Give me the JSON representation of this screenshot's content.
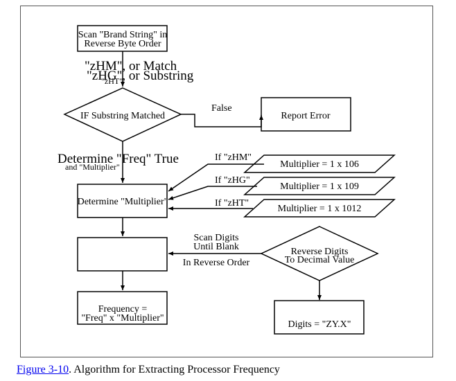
{
  "diagram": {
    "boxes": {
      "scan_line1": "Scan \"Brand String\" in",
      "scan_line2": "Reverse Byte Order",
      "report_error": "Report Error",
      "determine_multiplier": "Determine \"Multiplier\"",
      "frequency_line1": "Frequency =",
      "frequency_line2": "\"Freq\" x \"Multiplier\"",
      "digits": "Digits = \"ZY.X\""
    },
    "decisions": {
      "substring_matched": "IF Substring Matched",
      "reverse_line1": "Reverse Digits",
      "reverse_line2": "To Decimal Value"
    },
    "multipliers": [
      "Multiplier = 1 x 106",
      "Multiplier = 1 x 109",
      "Multiplier = 1 x 1012"
    ],
    "labels": {
      "match_line1": "\"zHM\", or Match",
      "match_line2": "\"zHG\", or Substring",
      "match_line3": "\"zHT\"",
      "false_label": "False",
      "determine_true_line1": "Determine \"Freq\" True",
      "determine_true_line2": "and \"Multiplier\"",
      "if_zhm": "If \"zHM\"",
      "if_zhg": "If \"zHG\"",
      "if_zht": "If \"zHT\"",
      "scan_digits_line1": "Scan Digits",
      "scan_digits_line2": "Until Blank",
      "in_reverse_order": "In Reverse Order"
    }
  },
  "caption": {
    "link": "Figure 3-10",
    "text": ". Algorithm for Extracting Processor Frequency"
  }
}
